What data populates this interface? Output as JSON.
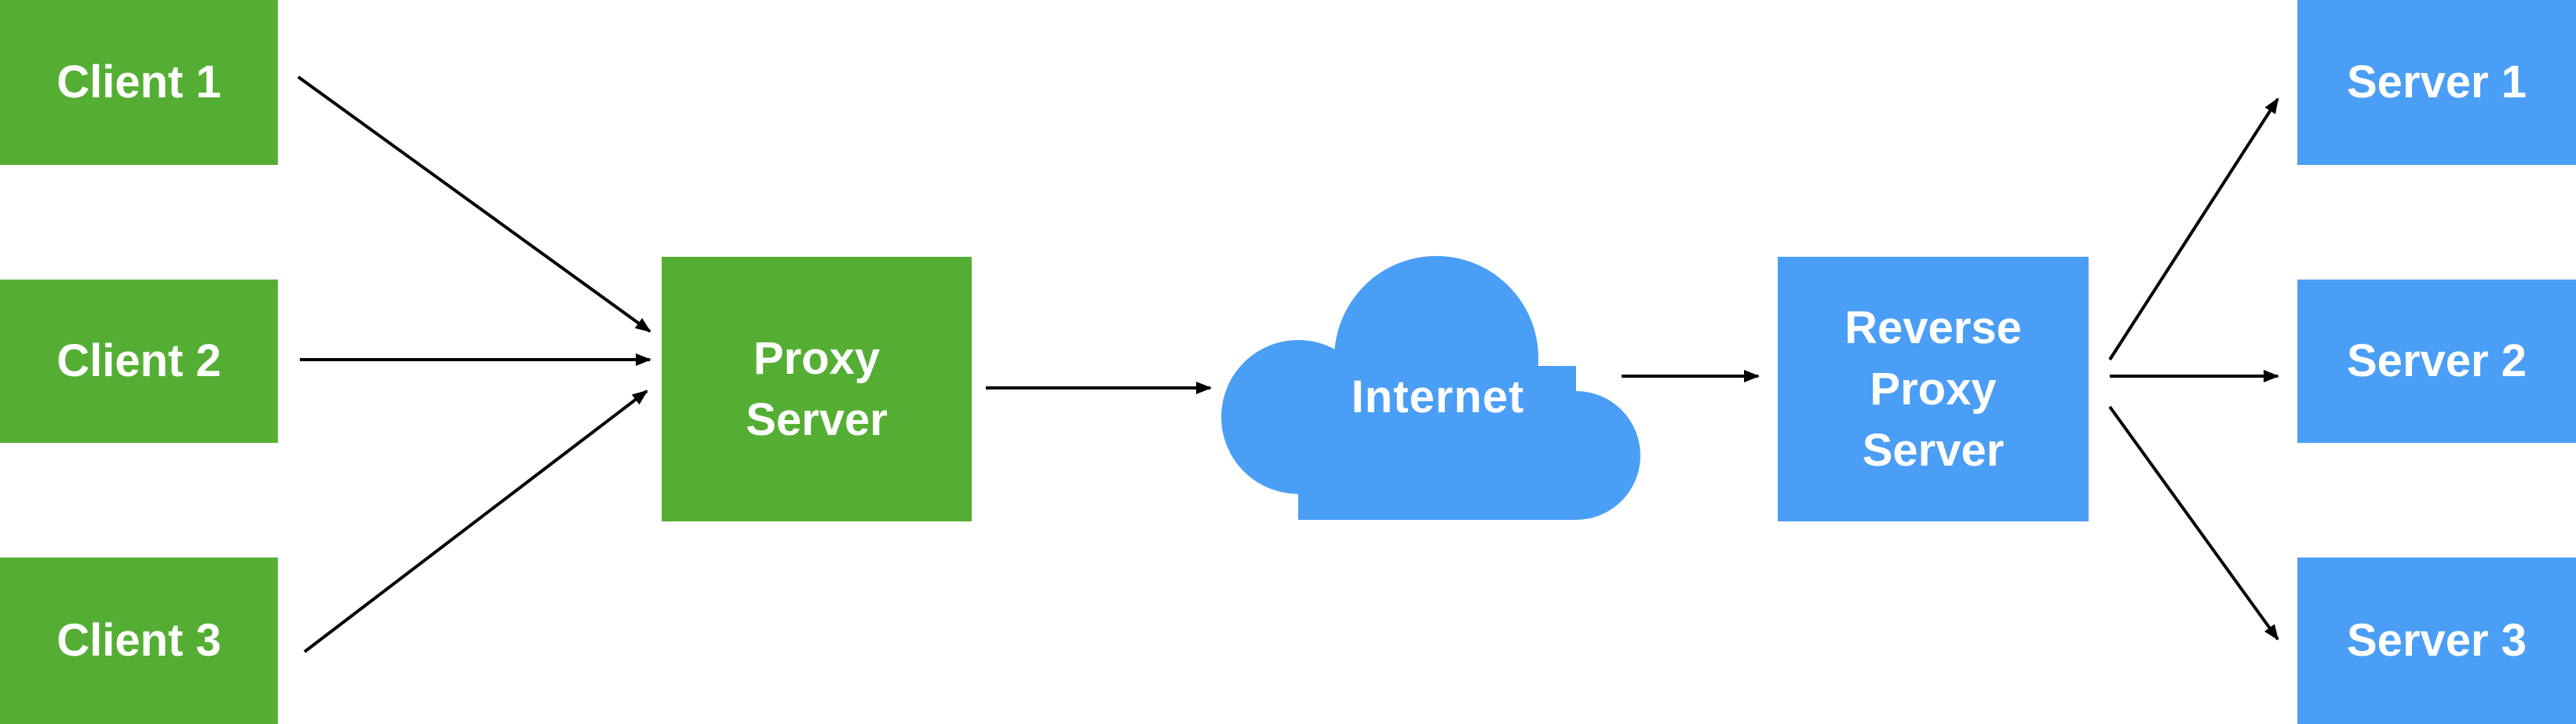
{
  "colors": {
    "client_side": "#55ae34",
    "server_side": "#4a9ef5",
    "arrow": "#000000",
    "text": "#ffffff"
  },
  "nodes": {
    "client1": "Client 1",
    "client2": "Client 2",
    "client3": "Client 3",
    "proxy": "Proxy\nServer",
    "internet": "Internet",
    "reverse_proxy": "Reverse\nProxy\nServer",
    "server1": "Server 1",
    "server2": "Server 2",
    "server3": "Server 3"
  }
}
